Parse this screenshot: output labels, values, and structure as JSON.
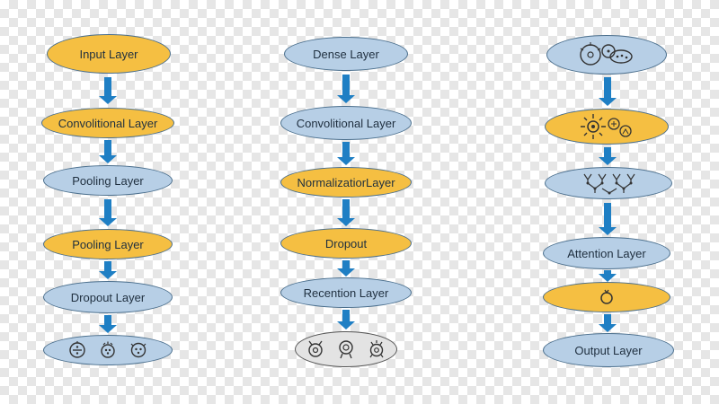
{
  "colors": {
    "blue": "#b7cfe6",
    "yellow": "#f5bf42",
    "gray": "#e3e3e3",
    "arrow": "#1f7fc4"
  },
  "columns": [
    {
      "nodes": [
        {
          "label": "Input Layer",
          "color": "yellow"
        },
        {
          "label": "Convolitional Layer",
          "color": "yellow"
        },
        {
          "label": "Pooling Layer",
          "color": "blue"
        },
        {
          "label": "Pooling Layer",
          "color": "yellow"
        },
        {
          "label": "Dropout Layer",
          "color": "blue"
        },
        {
          "label": "",
          "color": "blue",
          "icons": [
            "neuron-divide-icon",
            "neuron-dots-icon",
            "neuron-ring-icon"
          ]
        }
      ]
    },
    {
      "nodes": [
        {
          "label": "Dense Layer",
          "color": "blue"
        },
        {
          "label": "Convolitional Layer",
          "color": "blue"
        },
        {
          "label": "NormalizatiorLayer",
          "color": "yellow"
        },
        {
          "label": "Dropout",
          "color": "yellow"
        },
        {
          "label": "Recention Layer",
          "color": "blue"
        },
        {
          "label": "",
          "color": "gray",
          "icons": [
            "neuron-ring-icon",
            "neuron-target-icon",
            "neuron-spiky-icon"
          ]
        }
      ]
    },
    {
      "nodes": [
        {
          "label": "",
          "color": "blue",
          "icons": [
            "cell-cluster-icon"
          ]
        },
        {
          "label": "",
          "color": "yellow",
          "icons": [
            "sun-gear-icon"
          ]
        },
        {
          "label": "",
          "color": "blue",
          "icons": [
            "network-tree-icon"
          ]
        },
        {
          "label": "Attention Layer",
          "color": "blue"
        },
        {
          "label": "",
          "color": "yellow",
          "icons": [
            "small-circle-icon"
          ]
        },
        {
          "label": "Output Layer",
          "color": "blue"
        }
      ]
    }
  ]
}
